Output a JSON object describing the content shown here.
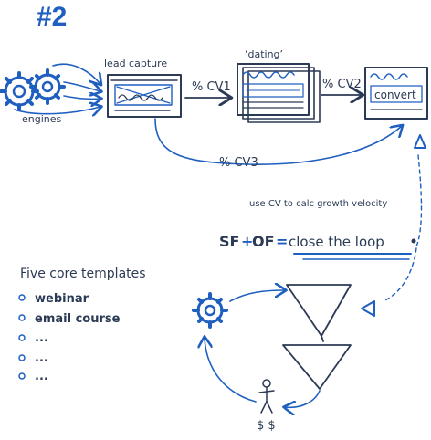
{
  "header": {
    "number": "#2"
  },
  "labels": {
    "engines": "engines",
    "lead_capture": "lead capture",
    "dating": "‘dating’",
    "convert": "convert",
    "cv1": "% CV1",
    "cv2": "% CV2",
    "cv3": "% CV3",
    "note": "use CV to calc growth velocity",
    "formula_sf": "SF",
    "formula_plus": "+",
    "formula_of": "OF",
    "formula_eq": "=",
    "formula_rest": "close the loop",
    "dollars": "$ $"
  },
  "templates": {
    "title": "Five core templates",
    "items": [
      "webinar",
      "email course",
      "...",
      "...",
      "..."
    ]
  },
  "colors": {
    "blue": "#1f5fbf",
    "dark": "#2b3a55",
    "light_blue": "#cfe0f7"
  },
  "icons": [
    "gear-icon",
    "funnel-icon",
    "stick-figure-icon",
    "arrow-icon",
    "document-icon"
  ]
}
